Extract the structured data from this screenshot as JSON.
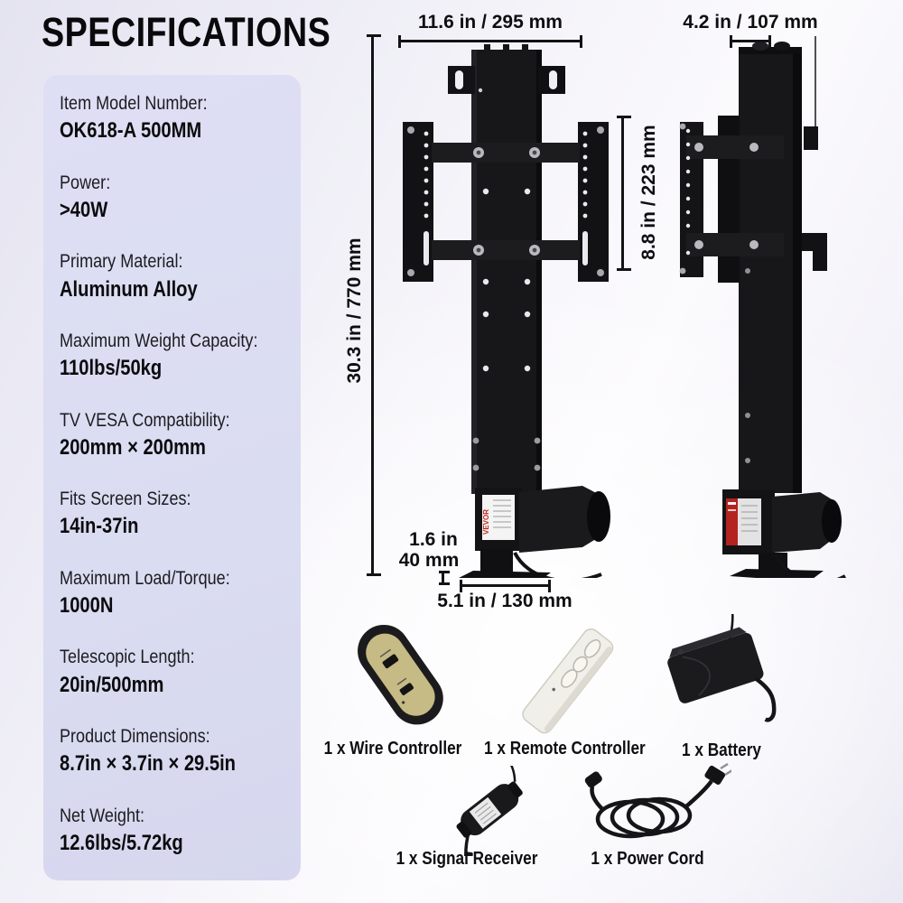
{
  "page": {
    "title": "SPECIFICATIONS"
  },
  "specs": {
    "items": [
      {
        "label": "Item Model Number:",
        "value": "OK618-A 500MM"
      },
      {
        "label": "Power:",
        "value": ">40W"
      },
      {
        "label": "Primary Material:",
        "value": "Aluminum Alloy"
      },
      {
        "label": "Maximum Weight Capacity:",
        "value": "110lbs/50kg"
      },
      {
        "label": "TV VESA Compatibility:",
        "value": "200mm × 200mm"
      },
      {
        "label": "Fits Screen Sizes:",
        "value": "14in-37in"
      },
      {
        "label": "Maximum Load/Torque:",
        "value": "1000N"
      },
      {
        "label": "Telescopic Length:",
        "value": "20in/500mm"
      },
      {
        "label": "Product Dimensions:",
        "value": "8.7in × 3.7in × 29.5in"
      },
      {
        "label": "Net Weight:",
        "value": "12.6lbs/5.72kg"
      }
    ]
  },
  "diagram": {
    "brand": "VEVOR",
    "dimensions": {
      "front_width": "11.6 in / 295 mm",
      "side_depth": "4.2 in / 107 mm",
      "total_height": "30.3 in / 770 mm",
      "bracket_height": "8.8 in / 223 mm",
      "base_rise_in": "1.6 in",
      "base_rise_mm": "40 mm",
      "base_width": "5.1 in / 130 mm"
    }
  },
  "accessories": {
    "items": [
      {
        "label": "1 x Wire Controller"
      },
      {
        "label": "1 x Remote Controller"
      },
      {
        "label": "1 x Battery"
      },
      {
        "label": "1 x Signal Receiver"
      },
      {
        "label": "1 x Power Cord"
      }
    ]
  },
  "colors": {
    "ink": "#131316",
    "card_bg": "#dadcf1",
    "label_red": "#c0241c",
    "controller_face": "#c6ba85"
  }
}
